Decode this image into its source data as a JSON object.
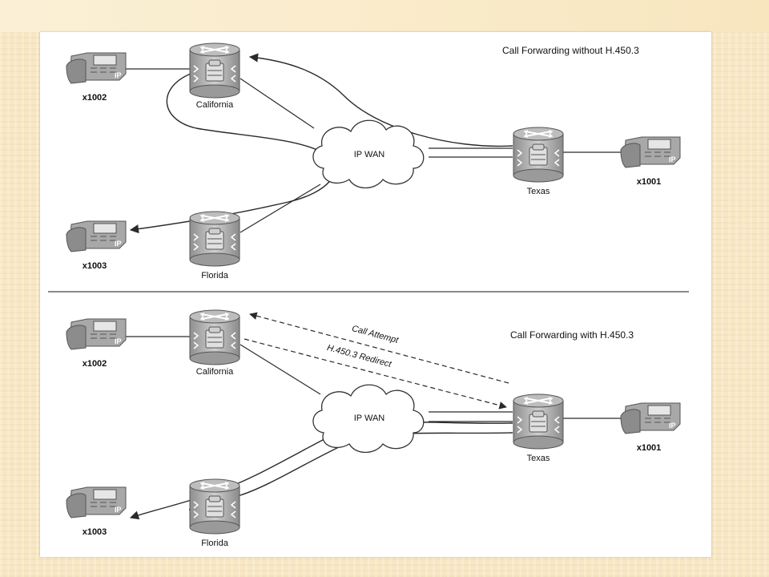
{
  "colors": {
    "slide_background": "#f7e7c4",
    "panel_background": "#ffffff",
    "line": "#2a2a2a",
    "device_gray": "#a9a9a9"
  },
  "top_diagram": {
    "title": "Call Forwarding without H.450.3",
    "routers": {
      "california": "California",
      "florida": "Florida",
      "texas": "Texas"
    },
    "cloud": "IP WAN",
    "phones": {
      "x1002": "x1002",
      "x1003": "x1003",
      "x1001": "x1001"
    }
  },
  "bottom_diagram": {
    "title": "Call Forwarding with H.450.3",
    "routers": {
      "california": "California",
      "florida": "Florida",
      "texas": "Texas"
    },
    "cloud": "IP WAN",
    "phones": {
      "x1002": "x1002",
      "x1003": "x1003",
      "x1001": "x1001"
    },
    "signals": {
      "call_attempt": "Call Attempt",
      "redirect": "H.450.3 Redirect"
    }
  },
  "icons": {
    "router": "router-icon",
    "ip_phone": "ip-phone-icon",
    "cloud": "cloud-icon"
  }
}
